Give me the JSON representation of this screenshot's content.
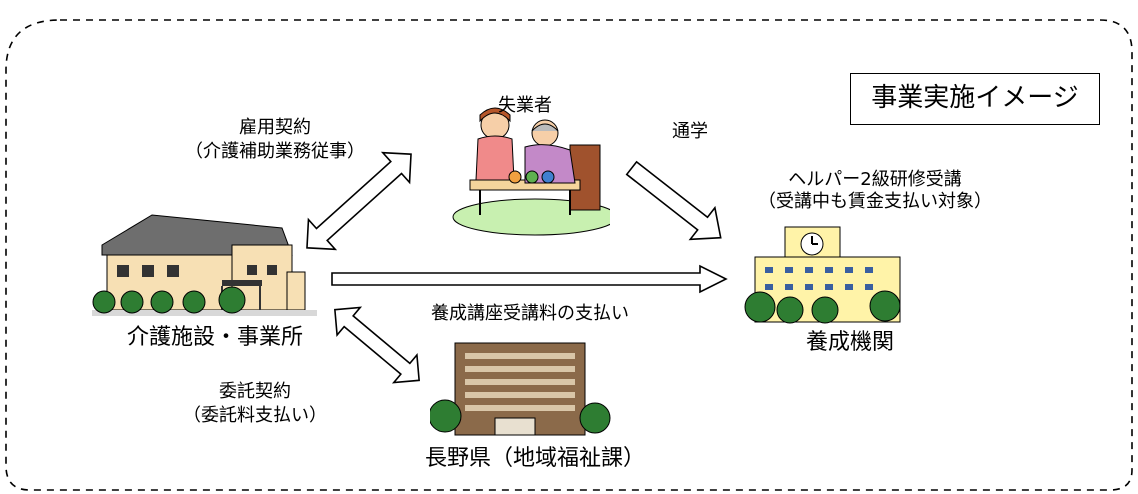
{
  "title": "事業実施イメージ",
  "nodes": {
    "unemployed": "失業者",
    "facility": "介護施設・事業所",
    "training_institution": "養成機関",
    "prefecture": "長野県（地域福祉課）"
  },
  "edges": {
    "employment_line1": "雇用契約",
    "employment_line2": "（介護補助業務従事）",
    "commute": "通学",
    "helper_line1": "ヘルパー2級研修受講",
    "helper_line2": "（受講中も賃金支払い対象）",
    "tuition_payment": "養成講座受講料の支払い",
    "consign_line1": "委託契約",
    "consign_line2": "（委託料支払い）"
  },
  "icons": {
    "caregiver": "caregiver-illustration-icon",
    "facility_building": "care-facility-building-icon",
    "school_building": "training-school-building-icon",
    "office_building": "prefecture-office-building-icon"
  }
}
